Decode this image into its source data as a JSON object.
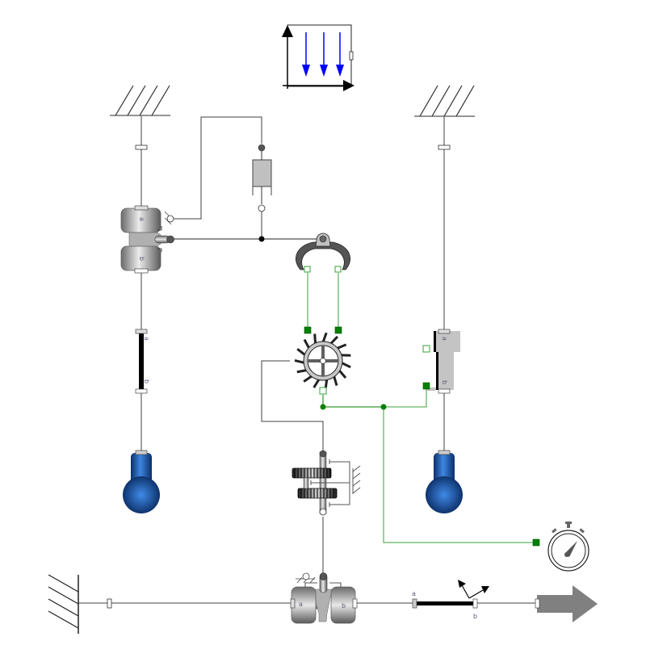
{
  "diagram": {
    "type": "mechanical-escapement-model",
    "colors": {
      "line": "#404040",
      "signal": "#008000",
      "gravity_arrow": "#0000ff",
      "body_blue": "#1f5fb0",
      "metal_grey": "#a0a0a0",
      "spring_box": "#c0c0c0",
      "force_arrow": "#808080"
    },
    "components": {
      "gravity_field": {
        "icon": "gravity-field-icon"
      },
      "fixed_top_left": {
        "icon": "fixed-ground-icon"
      },
      "fixed_top_right": {
        "icon": "fixed-ground-icon"
      },
      "fixed_left_wall": {
        "icon": "fixed-wall-icon"
      },
      "revolute_upper": {
        "icon": "revolute-joint-icon",
        "port_a": "a",
        "port_b": "b"
      },
      "spring_damper": {
        "icon": "spring-damper-icon"
      },
      "pallet_fork": {
        "icon": "pallet-fork-icon"
      },
      "escape_wheel": {
        "icon": "escape-wheel-icon"
      },
      "rod_left": {
        "icon": "fixed-translation-icon",
        "port_a": "a",
        "port_b": "b"
      },
      "body_left": {
        "icon": "body-sphere-icon"
      },
      "prismatic_right": {
        "icon": "prismatic-joint-icon",
        "port_a": "a",
        "port_b": "b"
      },
      "body_right": {
        "icon": "body-sphere-icon"
      },
      "gear_train": {
        "icon": "gear-icon"
      },
      "clock": {
        "icon": "stopwatch-icon"
      },
      "revolute_lower": {
        "icon": "revolute-joint-icon",
        "port_a": "a",
        "port_b": "b"
      },
      "rod_bottom": {
        "icon": "fixed-translation-icon",
        "port_a": "a",
        "port_b": "b"
      },
      "frame_axes": {
        "icon": "frame-axes-icon"
      },
      "force_arrow": {
        "icon": "force-arrow-icon"
      }
    }
  }
}
